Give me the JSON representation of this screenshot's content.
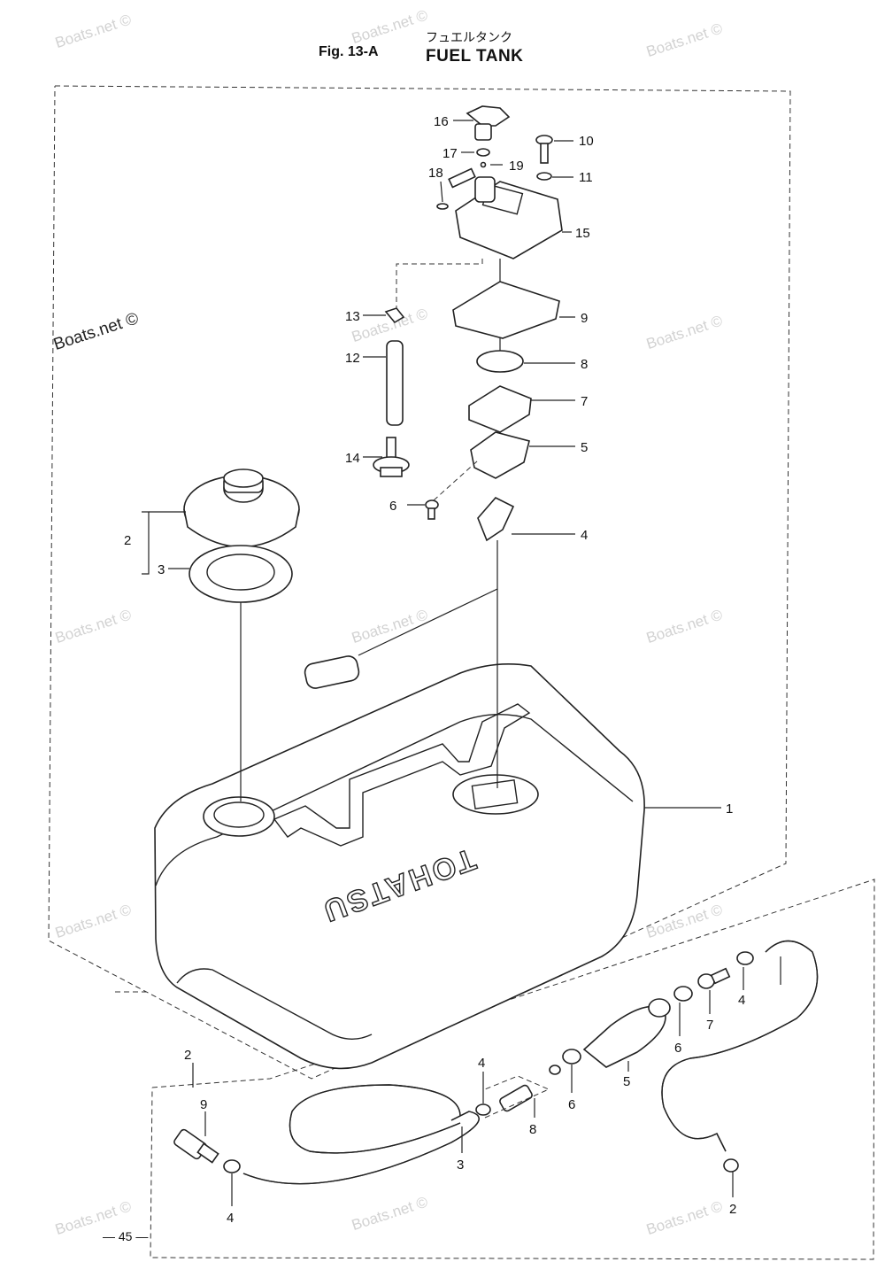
{
  "header": {
    "fig_label": "Fig. 13-A",
    "title": "FUEL TANK",
    "title_jp": "フュエルタンク"
  },
  "footer": {
    "page_number": "— 45 —"
  },
  "watermark": "Boats.net ©",
  "tank_brand": "TOHATSU",
  "callouts": [
    "16",
    "17",
    "18",
    "19",
    "10",
    "11",
    "15",
    "9",
    "8",
    "7",
    "5",
    "13",
    "12",
    "14",
    "6",
    "4",
    "2",
    "3",
    "1"
  ],
  "hose_callouts": [
    "2",
    "9",
    "4",
    "3",
    "4",
    "8",
    "6",
    "5",
    "6",
    "7",
    "4",
    "2"
  ]
}
